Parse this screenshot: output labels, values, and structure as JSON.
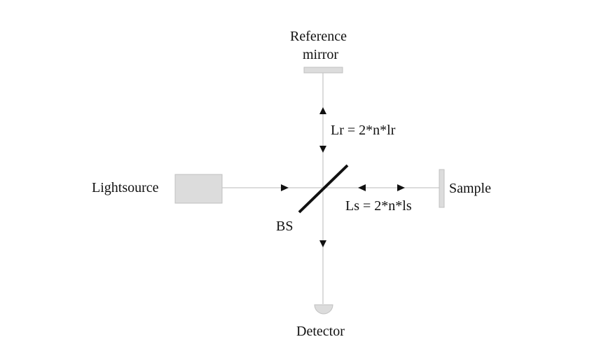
{
  "labels": {
    "reference_mirror_line1": "Reference",
    "reference_mirror_line2": "mirror",
    "reference_arm": "Lr = 2*n*lr",
    "lightsource": "Lightsource",
    "sample": "Sample",
    "sample_arm": "Ls = 2*n*ls",
    "beam_splitter": "BS",
    "detector": "Detector"
  },
  "colors": {
    "beam": "#c8c8c8",
    "component_fill": "#dcdcdc",
    "component_stroke": "#c0c0c0",
    "arrow": "#111111",
    "beam_splitter": "#111111",
    "text": "#111111"
  }
}
